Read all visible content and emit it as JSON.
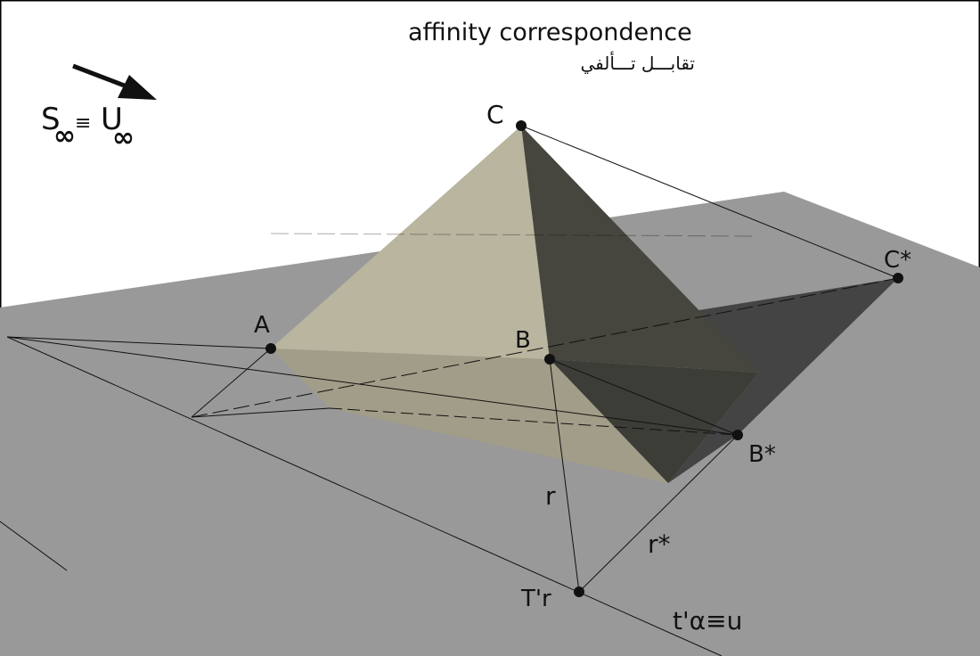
{
  "title": "affinity correspondence",
  "subtitle_arabic": "تقابـــل تـــألفي",
  "direction_label": {
    "s": "S",
    "equiv": "≡",
    "u": "U",
    "inf": "∞"
  },
  "points": {
    "A": "A",
    "B": "B",
    "C": "C",
    "C_star": "C*",
    "B_star": "B*",
    "Tr": "T'r"
  },
  "lines": {
    "r": "r",
    "r_star": "r*",
    "axis": "t'α≡u"
  },
  "colors": {
    "plane": "#999999",
    "shadow": "#444444",
    "light_face": "#b9b59e",
    "dark_face": "#46463f"
  }
}
